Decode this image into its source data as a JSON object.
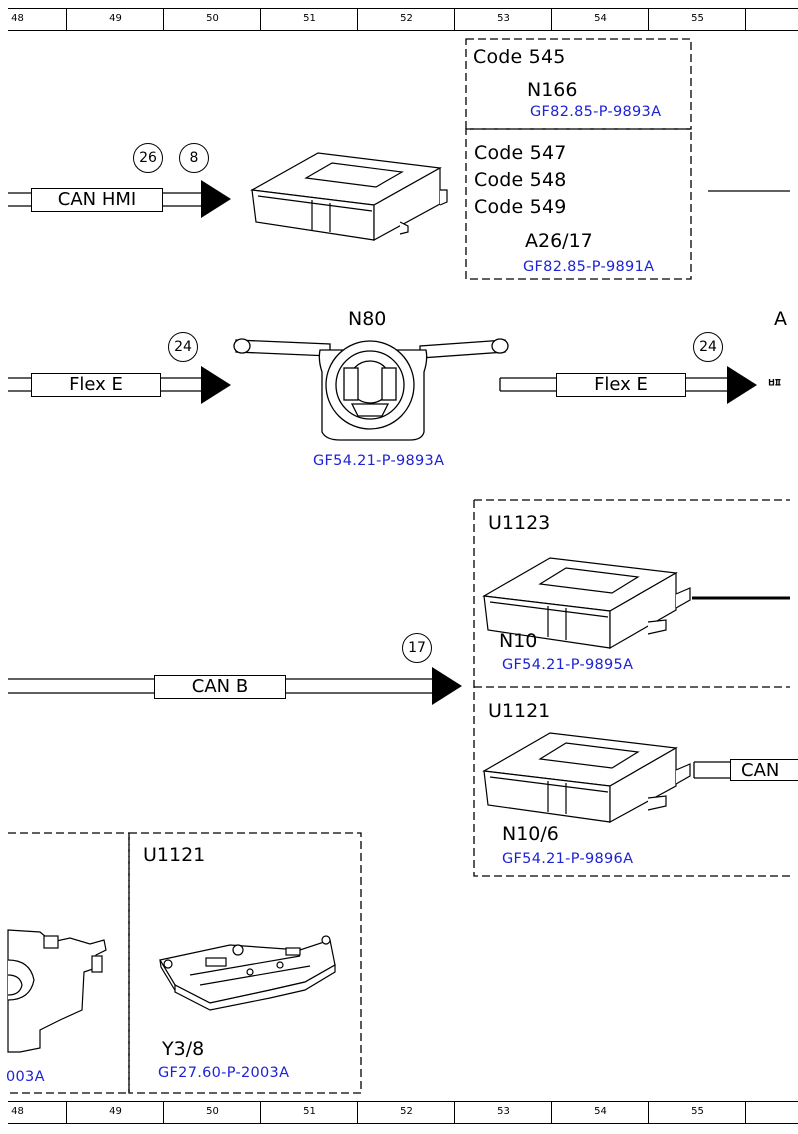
{
  "ruler": {
    "columns": [
      "48",
      "49",
      "50",
      "51",
      "52",
      "53",
      "54",
      "55"
    ]
  },
  "row1": {
    "bus_label": "CAN HMI",
    "connector_numbers": [
      "26",
      "8"
    ],
    "box_top": {
      "code": "Code 545",
      "component": "N166",
      "reference": "GF82.85-P-9893A"
    },
    "box_bottom": {
      "codes": [
        "Code 547",
        "Code 548",
        "Code 549"
      ],
      "component": "A26/17",
      "reference": "GF82.85-P-9891A"
    }
  },
  "row2": {
    "bus_label_left": "Flex E",
    "bus_label_right": "Flex E",
    "connector_left": "24",
    "connector_right": "24",
    "component": "N80",
    "reference": "GF54.21-P-9893A",
    "edge_letter": "A",
    "edge_glyph": "ᄪ"
  },
  "row3": {
    "bus_label": "CAN B",
    "connector": "17",
    "box_top": {
      "group": "U1123",
      "component": "N10",
      "reference": "GF54.21-P-9895A"
    },
    "box_bottom": {
      "group": "U1121",
      "component": "N10/6",
      "reference": "GF54.21-P-9896A",
      "bus_label": "CAN"
    }
  },
  "row4": {
    "left_reference_fragment": "003A",
    "group": "U1121",
    "component": "Y3/8",
    "reference": "GF27.60-P-2003A"
  },
  "colors": {
    "reference_blue": "#1e22d6",
    "line": "#000000"
  }
}
